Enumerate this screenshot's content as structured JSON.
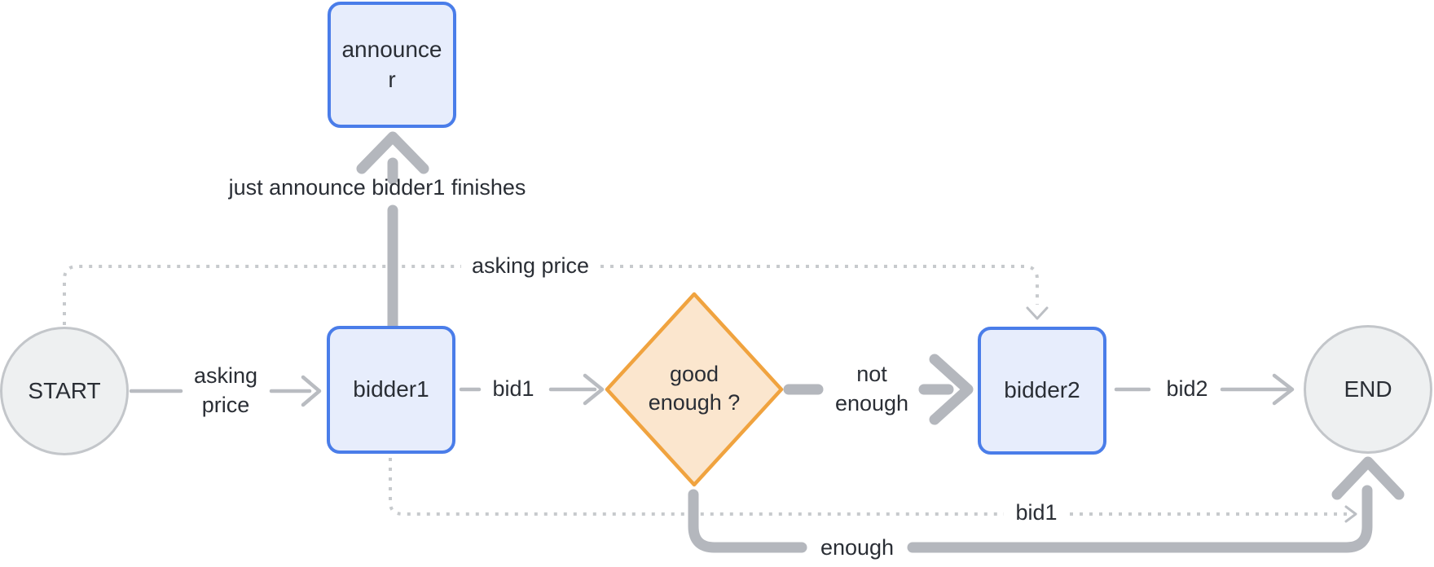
{
  "nodes": {
    "start": {
      "label": "START",
      "shape": "circle"
    },
    "bidder1": {
      "label": "bidder1",
      "shape": "box"
    },
    "announcer": {
      "label": "announcer",
      "shape": "box"
    },
    "decision": {
      "label": "good enough ?",
      "shape": "diamond"
    },
    "bidder2": {
      "label": "bidder2",
      "shape": "box"
    },
    "end": {
      "label": "END",
      "shape": "circle"
    }
  },
  "edges": {
    "start_to_bidder1": {
      "label": "asking price",
      "style": "solid-thin"
    },
    "bidder1_to_decision": {
      "label": "bid1",
      "style": "solid-thin"
    },
    "decision_to_bidder2": {
      "label": "not enough",
      "style": "solid-thick"
    },
    "bidder2_to_end": {
      "label": "bid2",
      "style": "solid-thin"
    },
    "bidder1_to_announcer": {
      "label": "just announce bidder1 finishes",
      "style": "solid-thick"
    },
    "start_to_bidder2": {
      "label": "asking price",
      "style": "dotted"
    },
    "bidder1_to_end": {
      "label": "bid1",
      "style": "dotted"
    },
    "decision_to_end": {
      "label": "enough",
      "style": "solid-thick"
    }
  },
  "colors": {
    "background": "#ffffff",
    "node_border_blue": "#4a7de9",
    "node_fill_blue": "#e7edfc",
    "decision_border_orange": "#f0a33f",
    "decision_fill_peach": "#fbe6ce",
    "terminal_fill": "#eef0f1",
    "terminal_border": "#c3c6ca",
    "line_thin": "#b9bcc1",
    "line_thick": "#b4b7bd",
    "line_dotted": "#c7cacd",
    "text": "#2a2e35"
  }
}
